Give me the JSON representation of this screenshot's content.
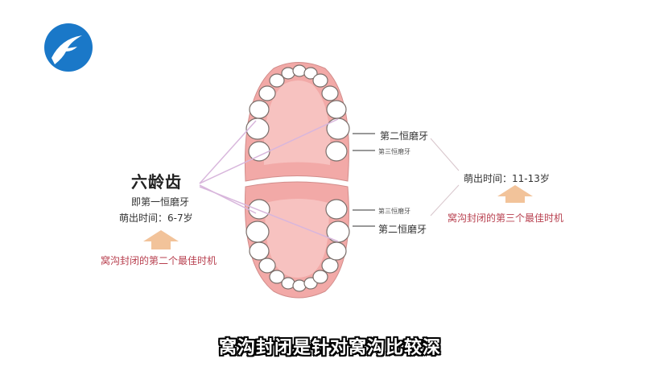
{
  "colors": {
    "gum": "#f2a9a7",
    "gum_inner": "#f7c2c0",
    "tooth": "#ffffff",
    "tooth_outline": "#7a6e6a",
    "pointer_line": "#d8b6dc",
    "arrow": "#f2c39a",
    "brand_blue": "#1a78c8"
  },
  "logo": {
    "icon": "brand-f-logo"
  },
  "left_panel": {
    "title": "六龄齿",
    "subtitle": "即第一恒磨牙",
    "erupt_time": "萌出时间：6-7岁",
    "best_time": "窝沟封闭的第二个最佳时机"
  },
  "upper_labels": {
    "first_molar": "第二恒磨牙",
    "second_molar": "第三恒磨牙"
  },
  "lower_labels": {
    "second_molar": "第三恒磨牙",
    "first_molar": "第二恒磨牙"
  },
  "right_panel": {
    "erupt_time": "萌出时间：11-13岁",
    "best_time": "窝沟封闭的第三个最佳时机"
  },
  "caption": "窝沟封闭是针对窝沟比较深"
}
